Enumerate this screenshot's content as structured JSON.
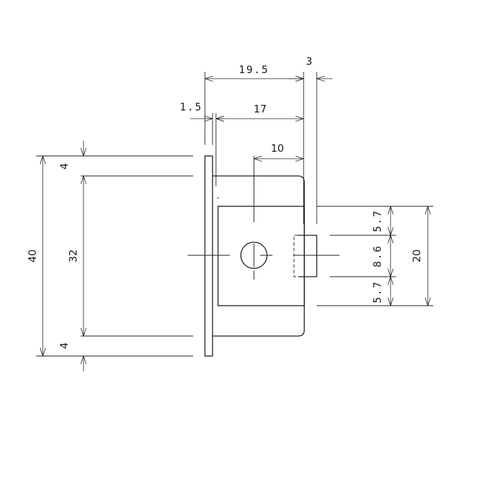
{
  "drawing": {
    "dimensions": {
      "d_19_5": "19.5",
      "d_3": "3",
      "d_1_5": "1.5",
      "d_17": "17",
      "d_10": "10",
      "d_4_top": "4",
      "d_32": "32",
      "d_40": "40",
      "d_4_bottom": "4",
      "d_5_7_top": "5.7",
      "d_8_6": "8.6",
      "d_5_7_bottom": "5.7",
      "d_20": "20"
    }
  }
}
